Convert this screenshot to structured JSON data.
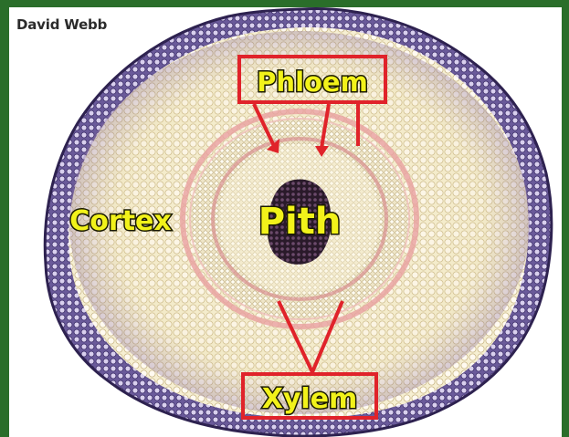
{
  "credit": "David Webb",
  "labels": {
    "phloem": "Phloem",
    "pith": "Pith",
    "cortex": "Cortex",
    "xylem": "Xylem"
  },
  "colors": {
    "frame": "#2a6e2a",
    "annotation": "#e0232a",
    "label_fill": "#f2f21a",
    "outer_tissue": "#5d4a8c",
    "cortex_cells": "#f6efd2",
    "vascular_ring": "#e9a0a0",
    "pith_center": "#2a1a2a"
  }
}
